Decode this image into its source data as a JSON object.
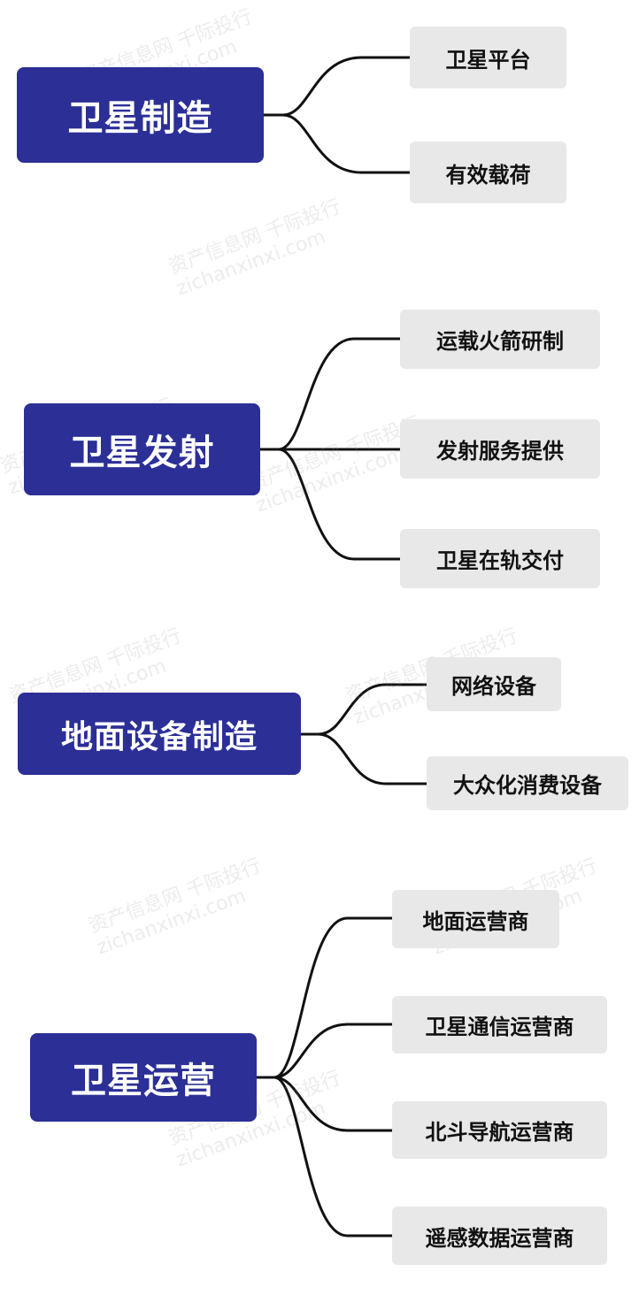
{
  "watermark": {
    "line1": "资产信息网 千际投行",
    "line2": "zichanxinxi.com"
  },
  "groups": [
    {
      "title": "卫星制造",
      "children": [
        "卫星平台",
        "有效载荷"
      ]
    },
    {
      "title": "卫星发射",
      "children": [
        "运载火箭研制",
        "发射服务提供",
        "卫星在轨交付"
      ]
    },
    {
      "title": "地面设备制造",
      "children": [
        "网络设备",
        "大众化消费设备"
      ]
    },
    {
      "title": "卫星运营",
      "children": [
        "地面运营商",
        "卫星通信运营商",
        "北斗导航运营商",
        "遥感数据运营商"
      ]
    }
  ],
  "colors": {
    "main_bg": "#2b2f96",
    "child_bg": "#e8e8e8",
    "line": "#111111"
  }
}
